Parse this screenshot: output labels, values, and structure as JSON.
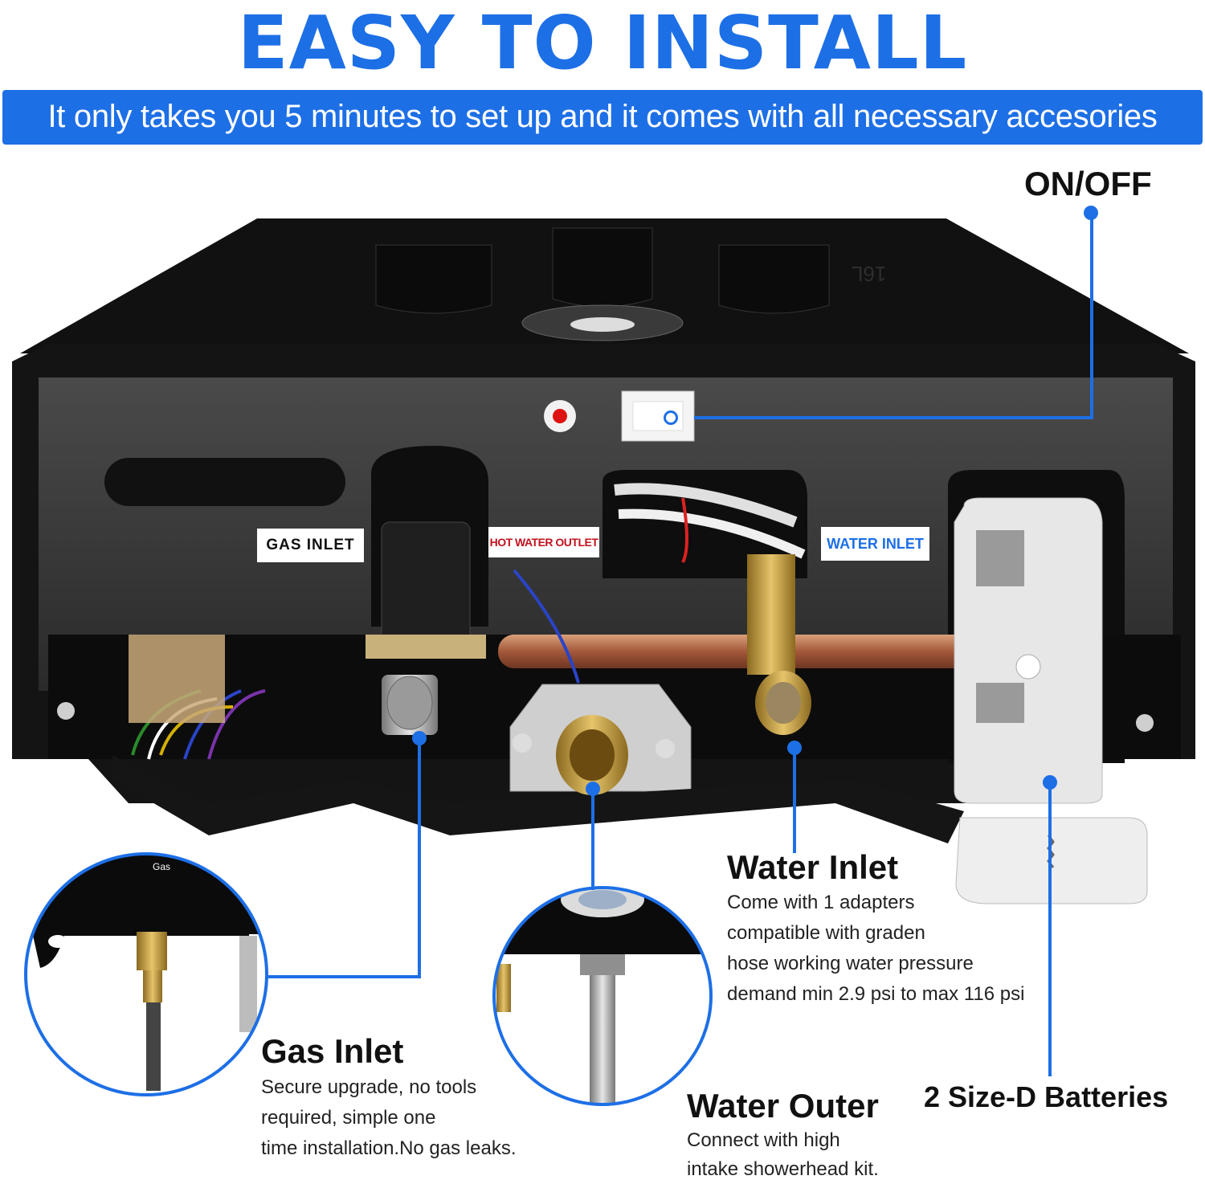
{
  "header": {
    "title": "EASY TO INSTALL",
    "banner": "It only takes you 5 minutes to set up and it comes with all necessary accesories"
  },
  "callouts": {
    "onoff": {
      "title": "ON/OFF"
    },
    "water_inlet": {
      "title": "Water Inlet",
      "lines": [
        "Come with 1 adapters",
        "compatible with graden",
        "hose working water pressure",
        "demand min 2.9 psi to max 116 psi"
      ]
    },
    "gas_inlet": {
      "title": "Gas Inlet",
      "lines": [
        "Secure upgrade, no tools",
        "required, simple one",
        "time installation.No gas leaks."
      ]
    },
    "water_outer": {
      "title": "Water Outer",
      "lines": [
        "Connect with high",
        "intake showerhead kit."
      ]
    },
    "batteries": {
      "title": "2 Size-D Batteries"
    }
  },
  "product_stickers": {
    "gas_inlet": "GAS INLET",
    "hot_water_outlet": "HOT WATER OUTLET",
    "water_inlet": "WATER INLET",
    "model": "16L"
  },
  "inset_label": "Gas",
  "colors": {
    "accent": "#1d6fe6",
    "body": "#1a1a1a",
    "brass": "#c8a043"
  }
}
